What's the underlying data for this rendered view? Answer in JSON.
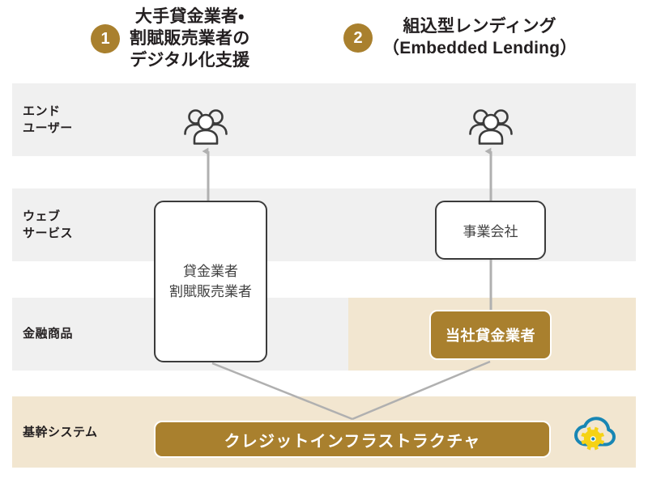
{
  "headings": [
    {
      "number": "1",
      "text": "大手貸金業者・\n割賦販売業者の\nデジタル化支援"
    },
    {
      "number": "2",
      "text": "組込型レンディング\n（Embedded Lending）"
    }
  ],
  "rows": [
    {
      "label": "エンド\nユーザー",
      "band": "gray"
    },
    {
      "label": "ウェブ\nサービス",
      "band": "gray"
    },
    {
      "label": "金融商品",
      "band": "gray+beige"
    },
    {
      "label": "基幹システム",
      "band": "beige"
    }
  ],
  "nodes": {
    "lender": "貸金業者\n割賦販売業者",
    "business_company": "事業会社",
    "our_lender": "当社貸金業者",
    "infrastructure": "クレジットインフラストラクチャ"
  },
  "icons": {
    "people_left": "people-group-icon",
    "people_right": "people-group-icon",
    "cloud_gear": "cloud-gear-icon"
  },
  "colors": {
    "accent_gold": "#a9802e",
    "band_gray": "#f0f0f0",
    "band_beige": "#f2e6d0",
    "connector_gray": "#b0b0b0",
    "node_border": "#3b3b3b",
    "cloud_blue": "#1886b4",
    "gear_yellow": "#f5d215",
    "text_dark": "#231f20"
  }
}
